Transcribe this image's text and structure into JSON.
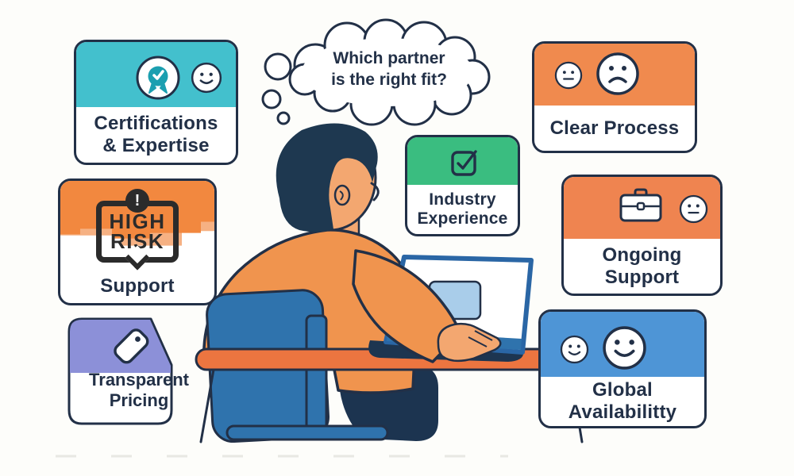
{
  "thought_bubble": {
    "lines": [
      "Which partner",
      "is the right fit?"
    ]
  },
  "cards": {
    "certifications": {
      "lines": [
        "Certifications",
        "& Expertise"
      ],
      "header_color": "#43c0cd",
      "icons": [
        "medal-check-icon",
        "smiley-face-icon"
      ]
    },
    "clear_process": {
      "lines": [
        "Clear Process"
      ],
      "header_color": "#f08a4e",
      "icons": [
        "neutral-face-icon",
        "sad-face-icon"
      ]
    },
    "industry_experience": {
      "lines": [
        "Industry",
        "Experience"
      ],
      "header_color": "#3abd80",
      "icons": [
        "checkbox-icon"
      ]
    },
    "ongoing_support": {
      "lines": [
        "Ongoing",
        "Support"
      ],
      "header_color": "#ef8450",
      "icons": [
        "briefcase-icon",
        "neutral-face-icon"
      ]
    },
    "support": {
      "lines": [
        "Support"
      ],
      "header_color": "#f2883f",
      "stamp": {
        "lines": [
          "HIGH",
          "RISK"
        ],
        "mark": "!"
      }
    },
    "transparent_pricing": {
      "lines": [
        "Transparent",
        "Pricing"
      ],
      "header_color": "#8c90d8",
      "icons": [
        "price-tag-icon"
      ]
    },
    "global_availability": {
      "lines": [
        "Global",
        "Availabilitty"
      ],
      "header_color": "#4e95d6",
      "icons": [
        "smiley-face-icon",
        "smiley-face-icon"
      ]
    }
  },
  "colors": {
    "card_border": "#223047",
    "text": "#223047",
    "teal": "#43c0cd",
    "teal_icon": "#1b9fb0",
    "orange": "#f08a4e",
    "orange_deep": "#f2883f",
    "salmon": "#f6b183",
    "green": "#3abd80",
    "blue": "#4e95d6",
    "purple": "#8c90d8",
    "stamp": "#2b2b2b",
    "desk": "#ec7540",
    "shirt": "#f0944e",
    "skin": "#f3a770",
    "hair": "#1e3850",
    "chair": "#2f73ad",
    "laptop_frame": "#2a66a5",
    "laptop_base": "#1d3550",
    "laptop_screen_rect": "#a9cdea"
  }
}
